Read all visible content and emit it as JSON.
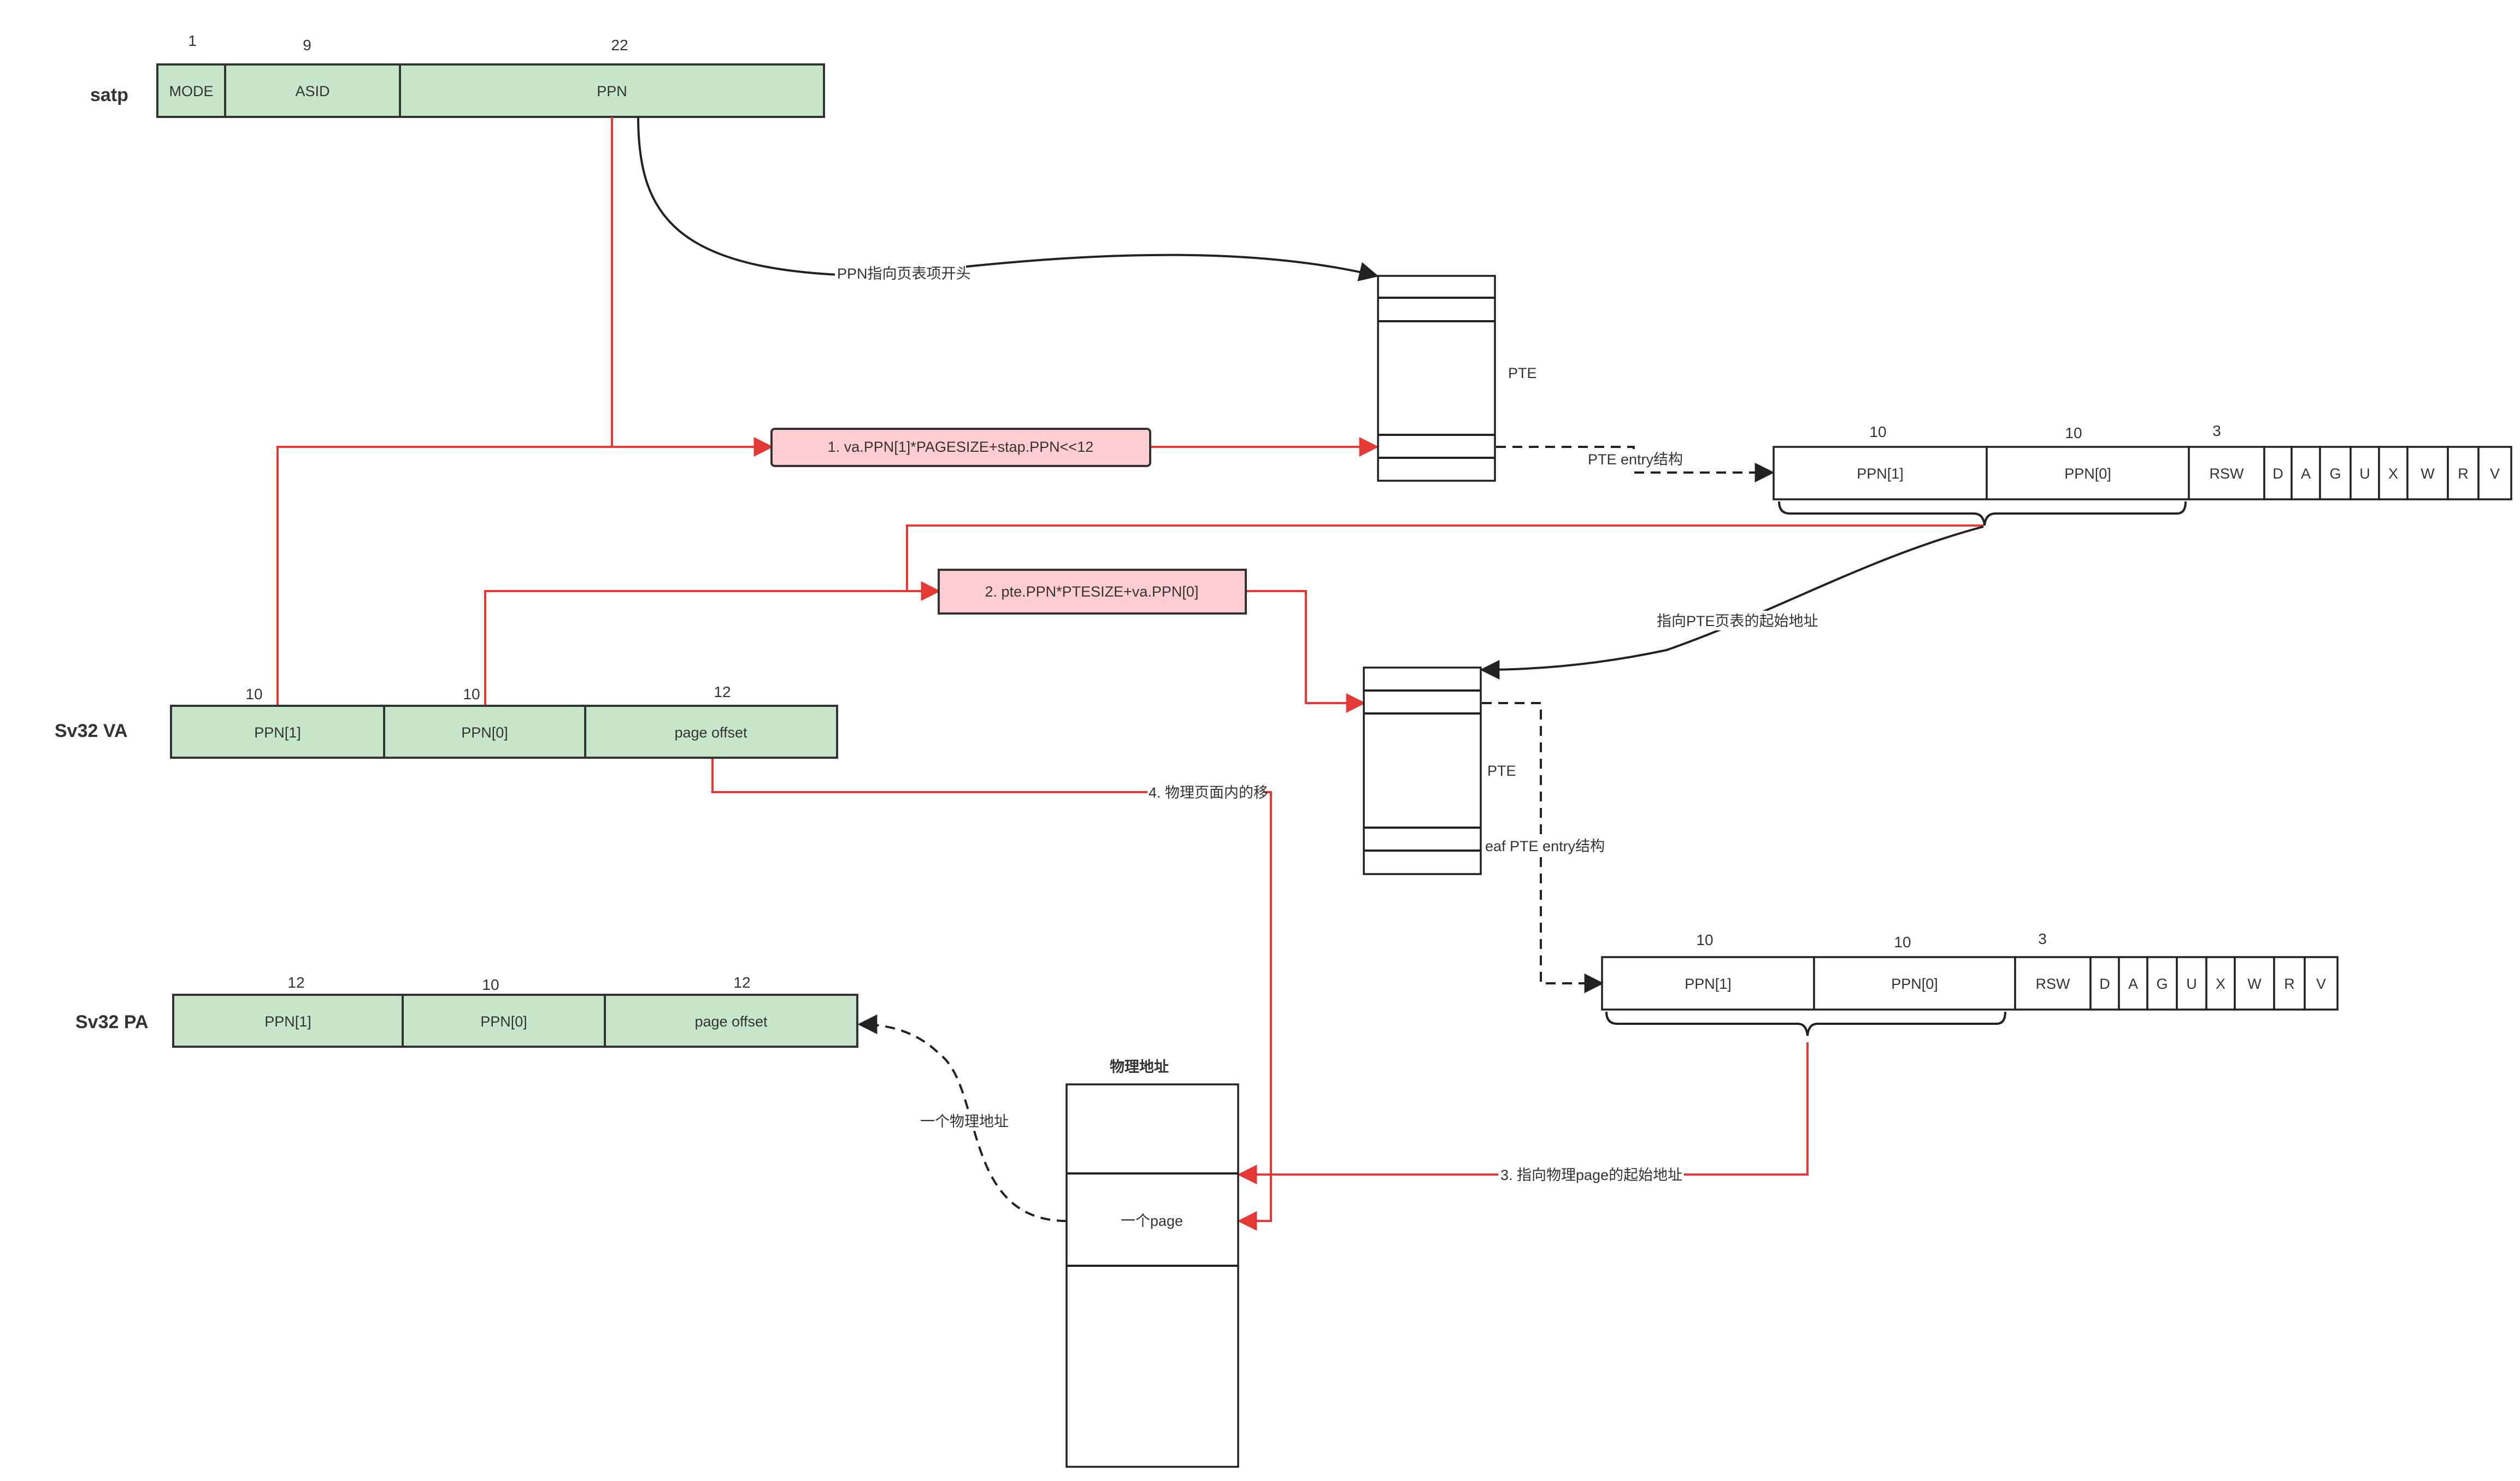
{
  "titles": {
    "satp": "satp",
    "va": "Sv32 VA",
    "pa": "Sv32 PA",
    "physmem": "物理地址"
  },
  "satp": {
    "widths": [
      "1",
      "9",
      "22"
    ],
    "fields": [
      "MODE",
      "ASID",
      "PPN"
    ]
  },
  "va": {
    "widths": [
      "10",
      "10",
      "12"
    ],
    "fields": [
      "PPN[1]",
      "PPN[0]",
      "page offset"
    ]
  },
  "pa": {
    "widths": [
      "12",
      "10",
      "12"
    ],
    "fields": [
      "PPN[1]",
      "PPN[0]",
      "page offset"
    ]
  },
  "pte_entry": {
    "widths": [
      "10",
      "10",
      "3"
    ],
    "fields": [
      "PPN[1]",
      "PPN[0]",
      "RSW",
      "D",
      "A",
      "G",
      "U",
      "X",
      "W",
      "R",
      "V"
    ]
  },
  "leaf_entry": {
    "widths": [
      "10",
      "10",
      "3"
    ],
    "fields": [
      "PPN[1]",
      "PPN[0]",
      "RSW",
      "D",
      "A",
      "G",
      "U",
      "X",
      "W",
      "R",
      "V"
    ]
  },
  "pte_table_1": {
    "label": "PTE"
  },
  "pte_table_2": {
    "label": "PTE"
  },
  "steps": {
    "step1": "1. va.PPN[1]*PAGESIZE+stap.PPN<<12",
    "step2": "2. pte.PPN*PTESIZE+va.PPN[0]",
    "step3": "3. 指向物理page的起始地址",
    "step4": "4. 物理页面内的移"
  },
  "notes": {
    "ppn_to_table": "PPN指向页表项开头",
    "pte_entry_struct": "PTE entry结构",
    "to_pte_table": "指向PTE页表的起始地址",
    "leaf_struct": "eaf PTE entry结构",
    "one_page": "一个page",
    "one_phys_addr": "一个物理地址"
  },
  "colors": {
    "field_fill": "#c8e6c9",
    "step_fill": "#ffcdd2",
    "path_red": "#e53935",
    "line_dark": "#222222"
  }
}
